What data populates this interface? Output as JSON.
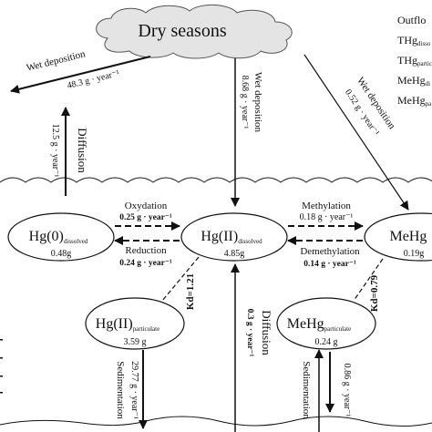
{
  "title": "Dry seasons",
  "outflow": {
    "heading": "Outflo",
    "items": [
      {
        "base": "THg",
        "sub": "disso"
      },
      {
        "base": "THg",
        "sub": "partic"
      },
      {
        "base": "MeHg",
        "sub": "di"
      },
      {
        "base": "MeHg",
        "sub": "pa"
      }
    ]
  },
  "nodes": {
    "hg0": {
      "base": "Hg(0)",
      "sub": "dissolved",
      "mass": "0.48g"
    },
    "hgii": {
      "base": "Hg(II)",
      "sub": "dissolved",
      "mass": "4.85g"
    },
    "mehg": {
      "base": "MeHg",
      "mass": "0.19g"
    },
    "hgii_p": {
      "base": "Hg(II)",
      "sub": "particulate",
      "mass": "3.59 g"
    },
    "mehg_p": {
      "base": "MeHg",
      "sub": "particulate",
      "mass": "0.24 g"
    }
  },
  "fluxes": {
    "wet_left": {
      "label": "Wet deposition",
      "value": "48.3 g · year⁻¹"
    },
    "wet_center": {
      "label": "Wet deposition",
      "value": "8.68 g · year⁻¹"
    },
    "wet_right": {
      "label": "Wet deposition",
      "value": "0.52 g · year⁻¹"
    },
    "diffusion_air": {
      "label": "Diffusion",
      "value": "12.5 g · year⁻¹"
    },
    "oxydation": {
      "label": "Oxydation",
      "value": "0.25 g · year⁻¹"
    },
    "reduction": {
      "label": "Reduction",
      "value": "0.24 g · year⁻¹"
    },
    "methylation": {
      "label": "Methylation",
      "value": "0.18 g · year⁻¹"
    },
    "demethylation": {
      "label": "Demethylation",
      "value": "0.14 g · year⁻¹"
    },
    "kd_hg": {
      "label": "Kd=1.21"
    },
    "kd_mehg": {
      "label": "Kd=0.79"
    },
    "diffusion_sed": {
      "label": "Diffusion",
      "value": "0.3 g · year⁻¹"
    },
    "sed_hg": {
      "label": "Sedimentation",
      "value": "29.77 g · year⁻¹"
    },
    "sed_mehg": {
      "label": "Sedimentation",
      "value": "0.86 g · year⁻¹"
    }
  }
}
